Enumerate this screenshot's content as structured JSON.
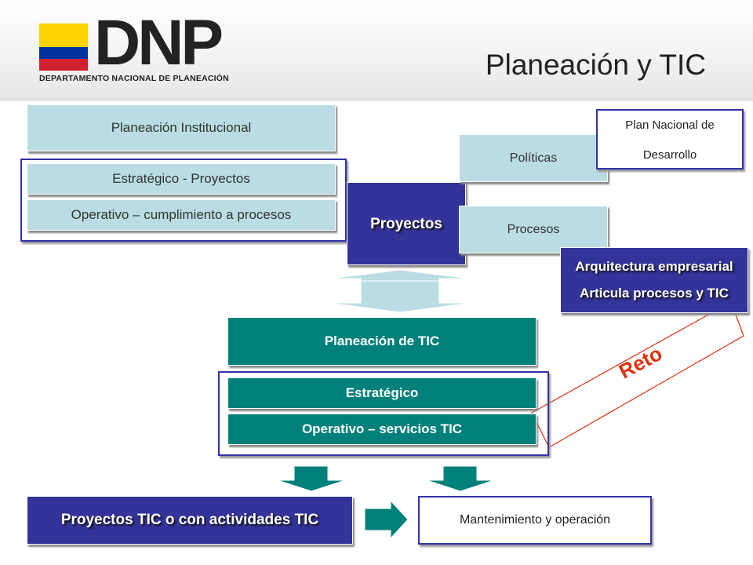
{
  "header": {
    "logo_text": "DNP",
    "logo_subtitle": "DEPARTAMENTO NACIONAL DE PLANEACIÓN",
    "title": "Planeación y TIC",
    "flag_colors": [
      "#ffd400",
      "#0033a0",
      "#d0202e"
    ]
  },
  "left": {
    "planeacion_institucional": "Planeación Institucional",
    "estrategico_proyectos": "Estratégico - Proyectos",
    "operativo_procesos": "Operativo – cumplimiento a procesos"
  },
  "center": {
    "proyectos": "Proyectos",
    "politicas": "Políticas",
    "procesos": "Procesos",
    "planeacion_tic": "Planeación de TIC",
    "estrategico": "Estratégico",
    "operativo_servicios": "Operativo – servicios TIC"
  },
  "right": {
    "plan_nacional_line1": "Plan Nacional de",
    "plan_nacional_line2": "Desarrollo",
    "arquitectura_line1": "Arquitectura empresarial",
    "arquitectura_line2": "Articula procesos y TIC",
    "reto": "Reto"
  },
  "bottom": {
    "proyectos_tic": "Proyectos TIC o con actividades TIC",
    "mantenimiento": "Mantenimiento y operación"
  },
  "colors": {
    "light_blue": "#b9dde3",
    "teal": "#00807a",
    "navy": "#333399",
    "outline": "#3333aa",
    "reto": "#e03010"
  }
}
